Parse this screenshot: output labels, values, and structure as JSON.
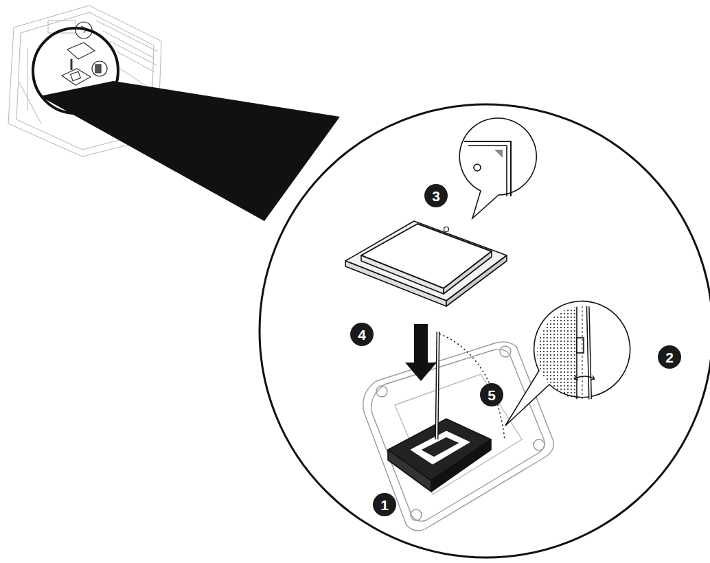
{
  "diagram": {
    "labels": [
      "3",
      "4",
      "2",
      "5",
      "1"
    ]
  }
}
